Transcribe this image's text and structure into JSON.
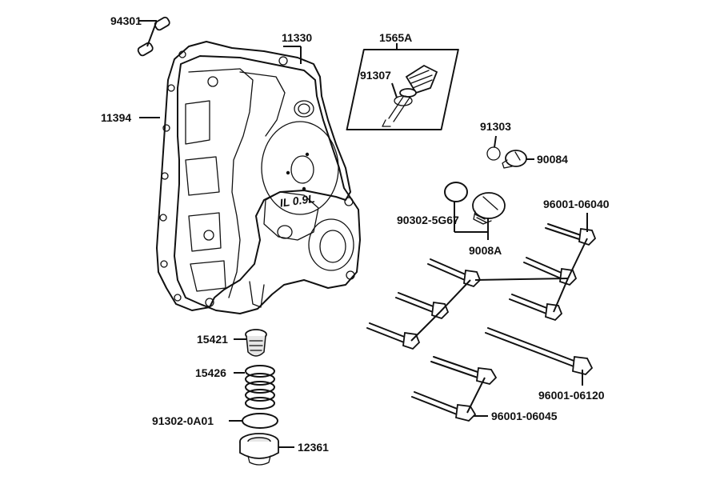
{
  "diagram": {
    "case_text": "IL 0.9L",
    "labels": {
      "p94301": "94301",
      "p11330": "11330",
      "p1565A": "1565A",
      "p91307": "91307",
      "p11394": "11394",
      "p91303": "91303",
      "p90084": "90084",
      "p96001_06040": "96001-06040",
      "p90302_5G67": "90302-5G67",
      "p9008A": "9008A",
      "p15421": "15421",
      "p15426": "15426",
      "p91302_0A01": "91302-0A01",
      "p12361": "12361",
      "p96001_06120": "96001-06120",
      "p96001_06045": "96001-06045"
    }
  }
}
